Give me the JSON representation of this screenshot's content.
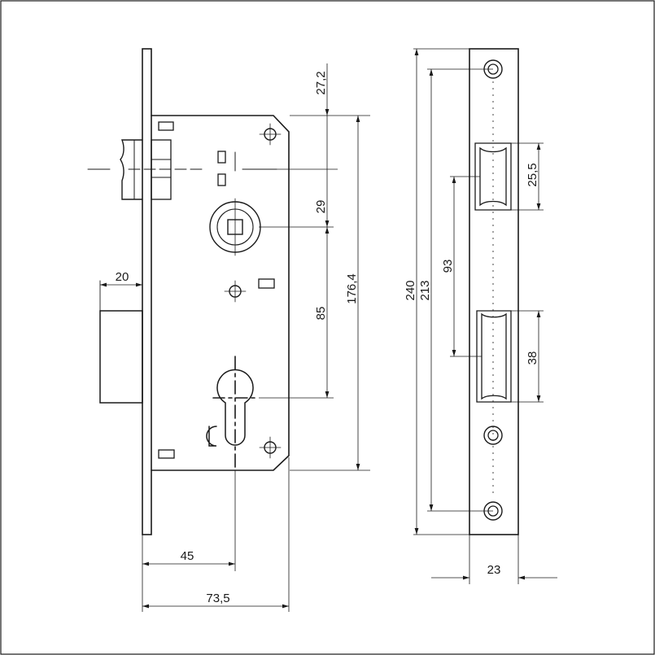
{
  "dimensions": {
    "backset": "45",
    "case_width": "73,5",
    "latch_projection": "20",
    "top_offset": "27,2",
    "spindle_offset": "29",
    "center_distance": "85",
    "case_height": "176,4",
    "plate_height": "240",
    "screw_spacing": "213",
    "strike_spacing": "93",
    "latch_opening": "25,5",
    "bolt_opening": "38",
    "plate_width": "23"
  }
}
